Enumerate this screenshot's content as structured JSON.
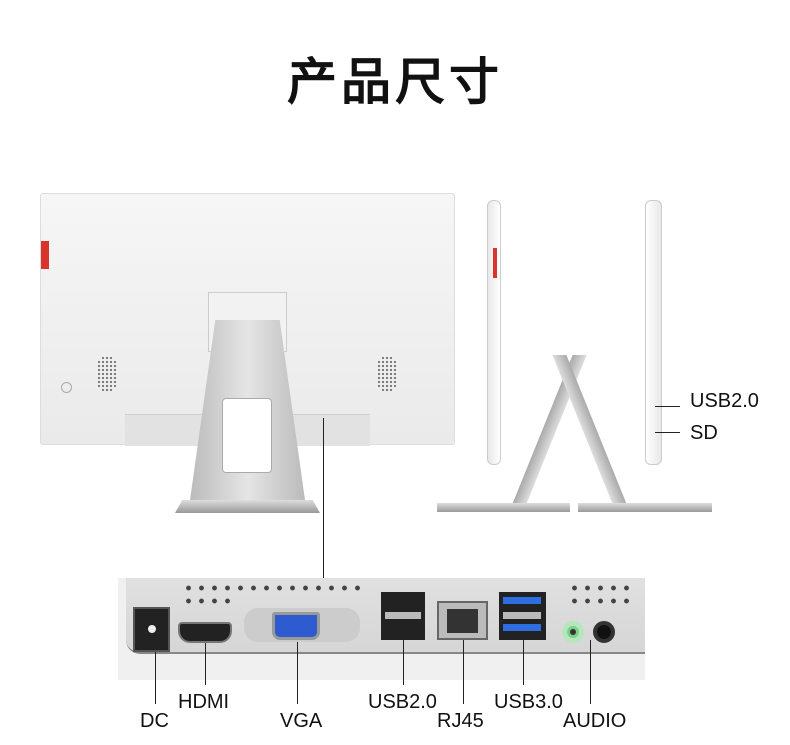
{
  "title": "产品尺寸",
  "side_labels": [
    "USB2.0",
    "SD"
  ],
  "ports": [
    {
      "label": "DC"
    },
    {
      "label": "HDMI"
    },
    {
      "label": "VGA"
    },
    {
      "label": "USB2.0"
    },
    {
      "label": "RJ45"
    },
    {
      "label": "USB3.0"
    },
    {
      "label": "AUDIO"
    }
  ],
  "colors": {
    "accent_red": "#d9342b",
    "vga_blue": "#2f5bd0",
    "usb3_blue": "#2d6fe0",
    "audio_green": "#7ccf86"
  }
}
